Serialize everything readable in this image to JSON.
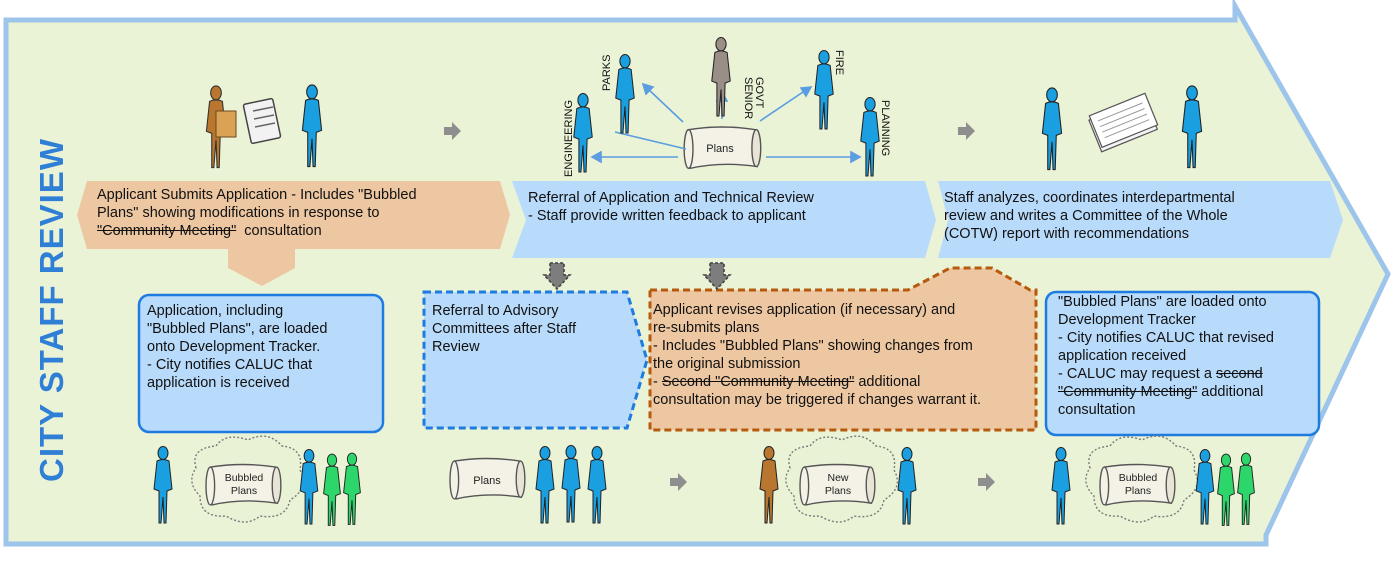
{
  "colors": {
    "background": "#ebf3d7",
    "border": "#9dc4ea",
    "orange": "#edc7a2",
    "blue": "#b9dbfb",
    "blue_border": "#1e7be0",
    "orange_border": "#b65a0e",
    "title": "#2f7fd6"
  },
  "side_title": "CITY STAFF REVIEW",
  "top_steps": [
    {
      "lines": [
        "Applicant Submits Application - Includes \"Bubbled",
        "Plans\" showing modifications in response to",
        "\"Community Meeting\"  consultation"
      ],
      "strike_phrase": "\"Community Meeting\""
    },
    {
      "lines": [
        "Referral of Application and Technical Review",
        " - Staff provide written feedback to applicant"
      ]
    },
    {
      "lines": [
        "Staff analyzes, coordinates interdepartmental",
        "review and writes a Committee of the Whole",
        "(COTW) report with recommendations"
      ]
    }
  ],
  "bottom_boxes": [
    {
      "lines": [
        "Application, including",
        "\"Bubbled Plans\", are loaded",
        "onto Development Tracker.",
        "- City notifies CALUC that",
        "application is received"
      ]
    },
    {
      "lines": [
        "Referral to Advisory",
        "Committees after Staff",
        "Review"
      ]
    },
    {
      "lines": [
        "Applicant revises application (if necessary) and",
        "re-submits plans",
        "- Includes \"Bubbled Plans\" showing changes from",
        "the original submission"
      ],
      "strike_line_pre": "- ",
      "strike_line_struck": "Second \"Community Meeting\"",
      "strike_line_post": " additional",
      "last_line": "consultation may be triggered if changes warrant it."
    },
    {
      "lines": [
        "\"Bubbled Plans\" are loaded onto",
        "Development Tracker",
        "- City notifies CALUC that revised",
        "application received"
      ],
      "line5_pre": "- CALUC may request a ",
      "line5_struck": "second",
      "line6_struck": "\"Community Meeting\"",
      "line6_post": " additional",
      "line7": "consultation"
    }
  ],
  "referral_departments": [
    "ENGINEERING",
    "PARKS",
    "SENIOR",
    "GOVT",
    "FIRE",
    "PLANNING"
  ],
  "scroll_labels": {
    "plans_top": "Plans",
    "bubbled_1": [
      "Bubbled",
      "Plans"
    ],
    "plans_bottom": "Plans",
    "new_plans": [
      "New",
      "Plans"
    ],
    "bubbled_2": [
      "Bubbled",
      "Plans"
    ]
  }
}
